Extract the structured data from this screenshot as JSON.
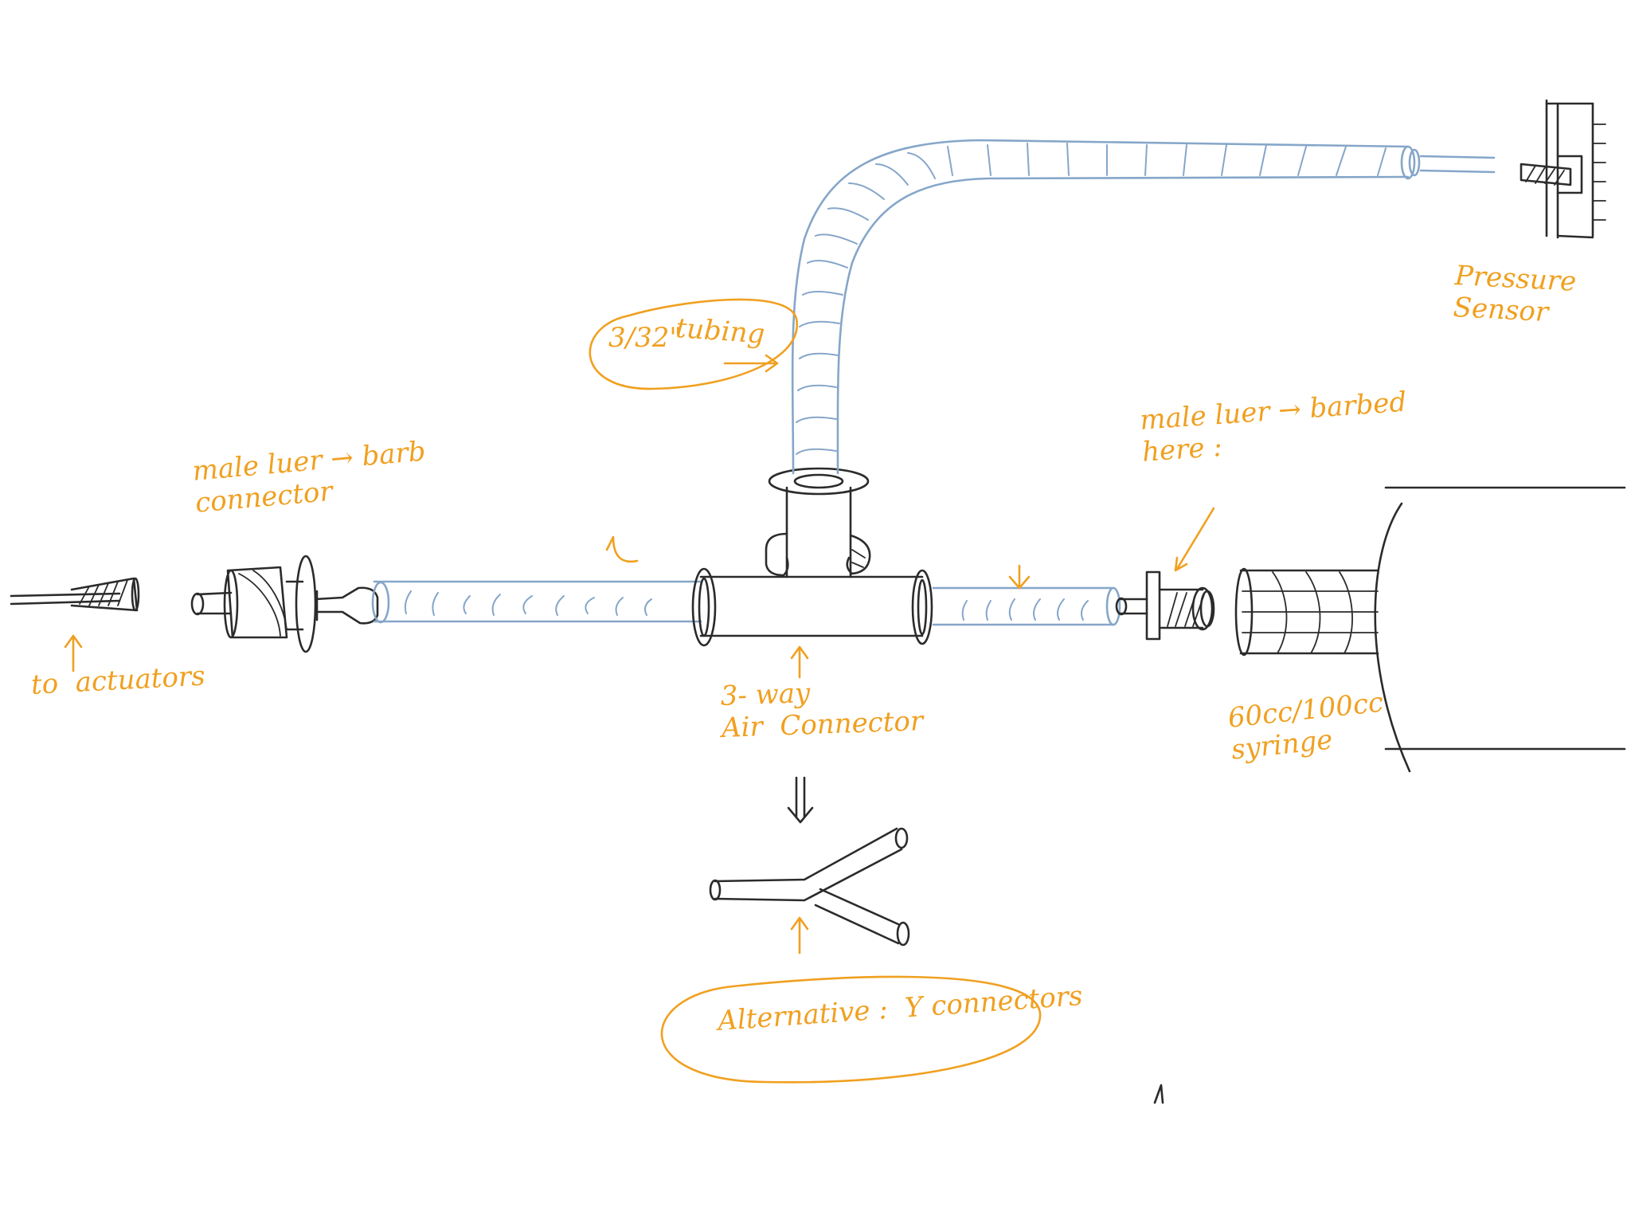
{
  "labels": {
    "luer_barb": "male luer → barb\nconnector",
    "to_actuators": "to  actuators",
    "tubing_size": "3/32\"",
    "tubing_word": "tubing",
    "three_way": "3- way\nAir  Connector",
    "alternative": "Alternative :  Y connectors",
    "luer_barbed_here": "male luer → barbed\nhere :",
    "syringe": "60cc/100cc\nsyringe",
    "pressure_sensor": "Pressure\nSensor"
  },
  "colors": {
    "ink": "#2b2b2b",
    "tubing": "#86a6c9",
    "annotation": "#f0a020",
    "background": "#ffffff"
  }
}
